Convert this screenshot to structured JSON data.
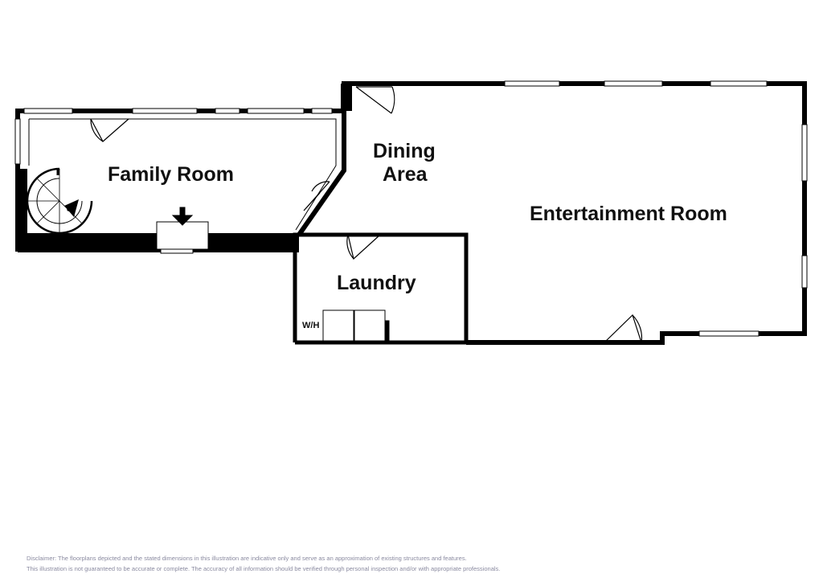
{
  "rooms": {
    "family_room": "Family Room",
    "dining_area_line1": "Dining",
    "dining_area_line2": "Area",
    "entertainment_room": "Entertainment Room",
    "laundry": "Laundry"
  },
  "fixtures": {
    "water_heater": "W/H"
  },
  "disclaimer": {
    "line1": "Disclaimer: The floorplans depicted and the stated dimensions in this illustration are indicative only and serve as an approximation of existing structures and features.",
    "line2": "This illustration is not guaranteed to be accurate or complete. The accuracy of all information should be verified through personal inspection and/or with appropriate professionals."
  },
  "colors": {
    "wall": "#000000",
    "window": "#ffffff",
    "text": "#111111",
    "disclaimer": "#8a8aa0"
  }
}
